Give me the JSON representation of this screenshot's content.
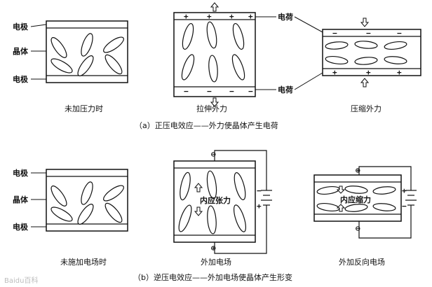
{
  "labels": {
    "electrode": "电极",
    "crystal": "晶体",
    "charge": "电荷"
  },
  "panels": {
    "a1": "未加压力时",
    "a2": "拉伸外力",
    "a3": "压缩外力",
    "b1": "未施加电场时",
    "b2": "外加电场",
    "b3": "外加反向电场"
  },
  "captions": {
    "a": "（a）正压电效应——外力使晶体产生电荷",
    "b": "（b）逆压电效应——外加电场使晶体产生形变"
  },
  "internal": {
    "tension": "内应张力",
    "compression": "内应缩力"
  },
  "signs": {
    "plus": "+",
    "minus": "−",
    "circle_plus": "⊕",
    "circle_minus": "⊖"
  },
  "watermark": "Baidu百科"
}
